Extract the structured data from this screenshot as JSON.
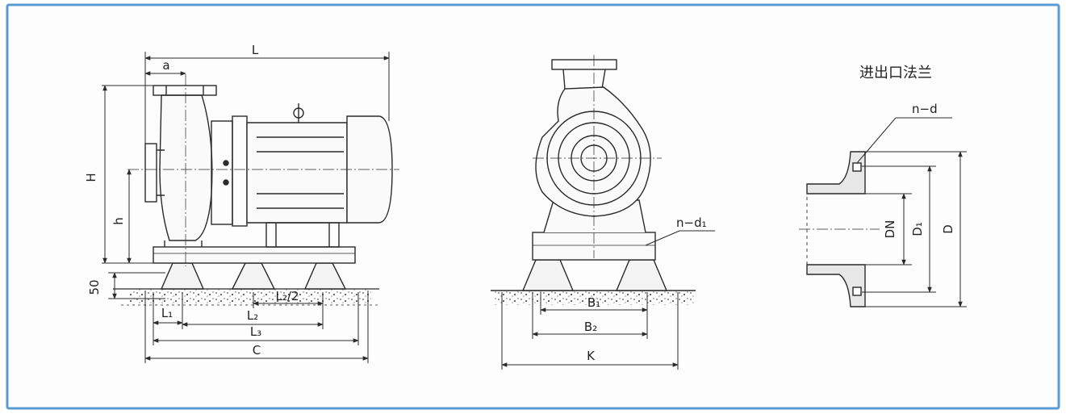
{
  "colors": {
    "frame": "#5a9bd4",
    "line": "#2a2a2a",
    "ground": "#555555",
    "paper": "#fdfdfd"
  },
  "side_view": {
    "dims": {
      "L": "L",
      "a": "a",
      "H": "H",
      "h": "h",
      "fifty": "50",
      "L1": "L₁",
      "L2": "L₂",
      "L2_half": "L₂/2",
      "L3": "L₃",
      "C": "C"
    }
  },
  "front_view": {
    "dims": {
      "n_d1": "n−d₁",
      "B1": "B₁",
      "B2": "B₂",
      "K": "K"
    }
  },
  "flange_view": {
    "title": "进出口法兰",
    "dims": {
      "n_d": "n−d",
      "DN": "DN",
      "D1": "D₁",
      "D": "D"
    }
  }
}
